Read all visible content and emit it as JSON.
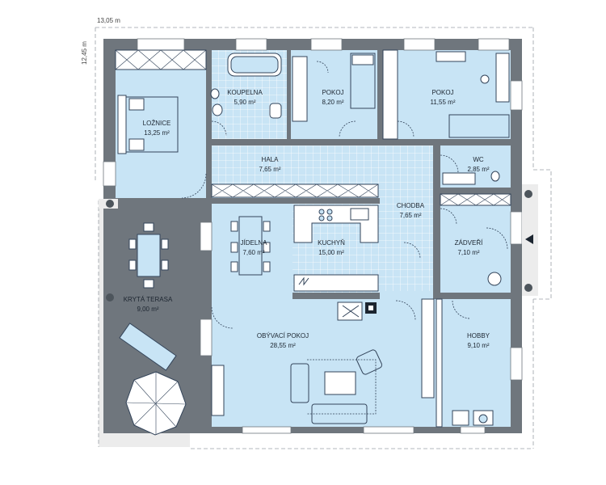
{
  "dimensions": {
    "width": "13,05 m",
    "depth": "12,45 m"
  },
  "rooms": {
    "loznice": {
      "name": "LOŽNICE",
      "area": "13,25 m²"
    },
    "koupelna": {
      "name": "KOUPELNA",
      "area": "5,90 m²"
    },
    "pokoj1": {
      "name": "POKOJ",
      "area": "8,20 m²"
    },
    "pokoj2": {
      "name": "POKOJ",
      "area": "11,55 m²"
    },
    "hala": {
      "name": "HALA",
      "area": "7,65 m²"
    },
    "wc": {
      "name": "WC",
      "area": "2,85 m²"
    },
    "chodba": {
      "name": "CHODBA",
      "area": "7,65 m²"
    },
    "jidelna": {
      "name": "JÍDELNA",
      "area": "7,60 m²"
    },
    "kuchyn": {
      "name": "KUCHYŇ",
      "area": "15,00 m²"
    },
    "zadveri": {
      "name": "ZÁDVEŘÍ",
      "area": "7,10 m²"
    },
    "terasa": {
      "name": "KRYTÁ TERASA",
      "area": "9,00 m²"
    },
    "obyvaci": {
      "name": "OBÝVACÍ POKOJ",
      "area": "28,55 m²"
    },
    "hobby": {
      "name": "HOBBY",
      "area": "9,10 m²"
    }
  },
  "colors": {
    "room": "#c8e4f5",
    "wall": "#6f767d",
    "line": "#33445a"
  }
}
